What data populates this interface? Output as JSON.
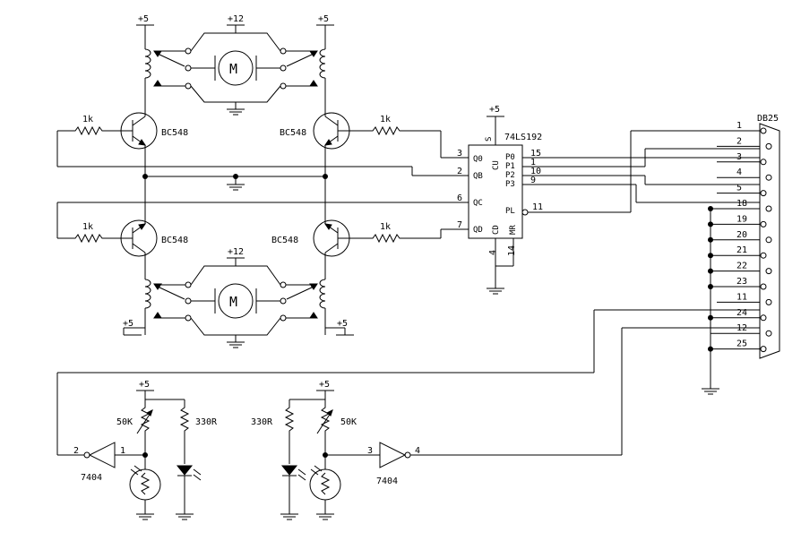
{
  "labels": {
    "v5": "+5",
    "v12": "+12",
    "r1k": "1k",
    "transistor": "BC548",
    "motor": "M",
    "ic_name": "74LS192",
    "connector": "DB25",
    "r50k": "50K",
    "r330": "330R",
    "inverter": "7404"
  },
  "ic": {
    "left_pins": [
      {
        "pin": "3",
        "name": "Q0"
      },
      {
        "pin": "2",
        "name": "QB"
      },
      {
        "pin": "6",
        "name": "QC"
      },
      {
        "pin": "7",
        "name": "QD"
      }
    ],
    "right_pins": [
      {
        "pin": "15",
        "name": "P0"
      },
      {
        "pin": "1",
        "name": "P1"
      },
      {
        "pin": "10",
        "name": "P2"
      },
      {
        "pin": "9",
        "name": "P3"
      },
      {
        "pin": "11",
        "name": "PL"
      }
    ],
    "inner": [
      "S",
      "CU",
      "CD",
      "MR"
    ],
    "bottom_pins": [
      "4",
      "14"
    ]
  },
  "db25_pins": [
    "1",
    "2",
    "3",
    "4",
    "5",
    "18",
    "19",
    "20",
    "21",
    "22",
    "23",
    "11",
    "24",
    "12",
    "25"
  ],
  "inverter_pins": {
    "left_in": "1",
    "left_out": "2",
    "right_in": "3",
    "right_out": "4"
  }
}
